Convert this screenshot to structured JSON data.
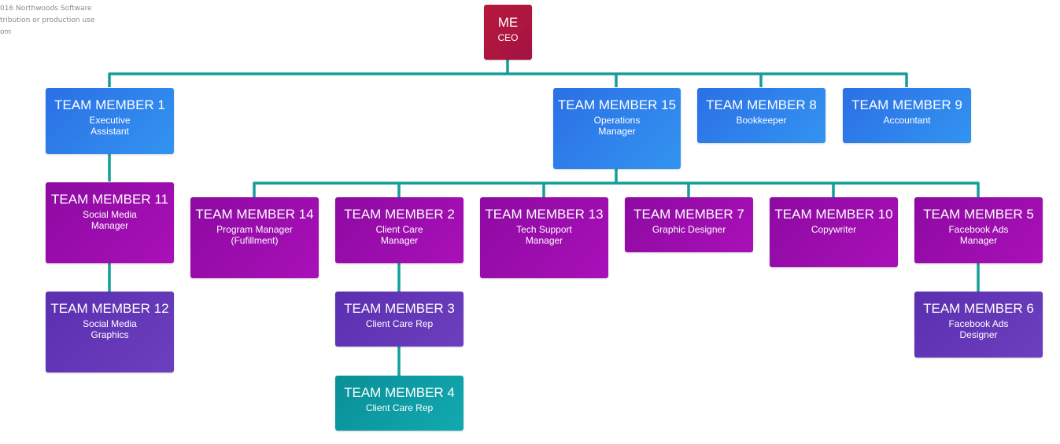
{
  "watermark": {
    "line1": "016 Northwoods Software",
    "line2": "tribution or production use",
    "line3": "om"
  },
  "colors": {
    "connector": "#139e98",
    "ceo": "#b01a40",
    "level1": "#2f82ec",
    "level2": "#9c0cad",
    "level3": "#6238b4",
    "level4": "#0e9ea6"
  },
  "org": {
    "ceo": {
      "name": "ME",
      "role": "CEO"
    },
    "tm1": {
      "name": "TEAM MEMBER 1",
      "role": "Executive Assistant"
    },
    "tm15": {
      "name": "TEAM MEMBER 15",
      "role": "Operations Manager"
    },
    "tm8": {
      "name": "TEAM MEMBER 8",
      "role": "Bookkeeper"
    },
    "tm9": {
      "name": "TEAM MEMBER 9",
      "role": "Accountant"
    },
    "tm11": {
      "name": "TEAM MEMBER 11",
      "role": "Social Media Manager"
    },
    "tm12": {
      "name": "TEAM MEMBER 12",
      "role": "Social Media Graphics"
    },
    "tm14": {
      "name": "TEAM MEMBER 14",
      "role": "Program Manager (Fufillment)"
    },
    "tm2": {
      "name": "TEAM MEMBER 2",
      "role": "Client Care Manager"
    },
    "tm3": {
      "name": "TEAM MEMBER 3",
      "role": "Client Care Rep"
    },
    "tm4": {
      "name": "TEAM MEMBER 4",
      "role": "Client Care Rep"
    },
    "tm13": {
      "name": "TEAM MEMBER 13",
      "role": "Tech Support Manager"
    },
    "tm7": {
      "name": "TEAM MEMBER 7",
      "role": "Graphic Designer"
    },
    "tm10": {
      "name": "TEAM MEMBER 10",
      "role": "Copywriter"
    },
    "tm5": {
      "name": "TEAM MEMBER 5",
      "role": "Facebook Ads Manager"
    },
    "tm6": {
      "name": "TEAM MEMBER 6",
      "role": "Facebook Ads Designer"
    }
  }
}
